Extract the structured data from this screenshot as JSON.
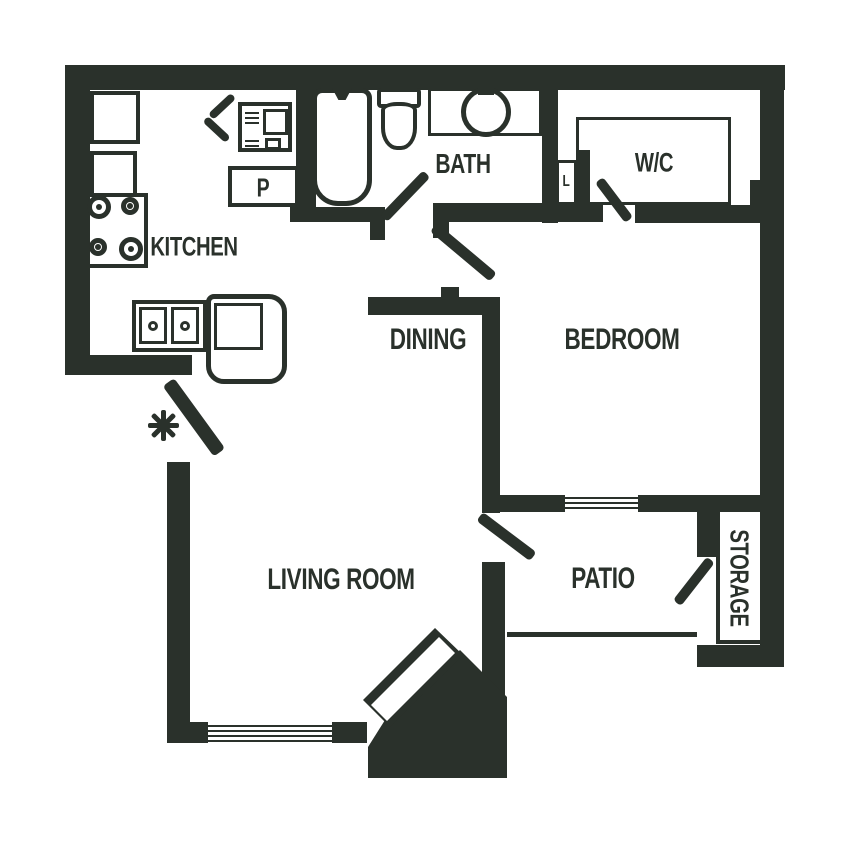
{
  "colors": {
    "ink": "#2a312b",
    "background": "#ffffff"
  },
  "rooms": {
    "kitchen": "KITCHEN",
    "bath": "BATH",
    "wc": "W/C",
    "dining": "DINING",
    "bedroom": "BEDROOM",
    "living_room": "LIVING ROOM",
    "patio": "PATIO",
    "storage": "STORAGE"
  },
  "closets": {
    "pantry": "P",
    "linen": "L"
  }
}
